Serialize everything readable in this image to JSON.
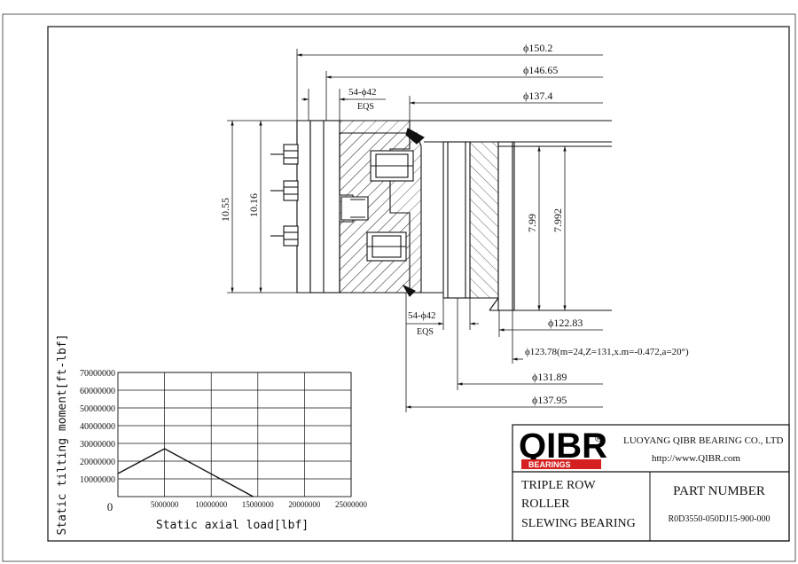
{
  "dimensions": {
    "d_150_2": "ϕ150.2",
    "d_146_65": "ϕ146.65",
    "d_137_4": "ϕ137.4",
    "holes_top": "54-ϕ42",
    "eqs_top": "EQS",
    "h_10_55": "10.55",
    "h_10_16": "10.16",
    "h_7_99": "7.99",
    "h_7_992": "7.992",
    "holes_bottom": "54-ϕ42",
    "eqs_bottom": "EQS",
    "d_122_83": "ϕ122.83",
    "d_123_78": "ϕ123.78(m=24,Z=131,x.m=-0.472,a=20°)",
    "d_131_89": "ϕ131.89",
    "d_137_95": "ϕ137.95"
  },
  "chart_data": {
    "type": "line",
    "title": "",
    "xlabel": "Static axial load[lbf]",
    "ylabel": "Static tilting moment[ft-lbf]",
    "x_ticks": [
      "0",
      "5000000",
      "10000000",
      "15000000",
      "20000000",
      "25000000"
    ],
    "y_ticks": [
      "10000000",
      "20000000",
      "30000000",
      "40000000",
      "50000000",
      "60000000",
      "70000000"
    ],
    "xlim": [
      0,
      25000000
    ],
    "ylim": [
      0,
      70000000
    ],
    "grid": true,
    "series": [
      {
        "x": [
          0,
          5000000,
          14500000
        ],
        "y": [
          13000000,
          27000000,
          0
        ]
      }
    ]
  },
  "title_block": {
    "logo_text": "QIBR",
    "logo_sub": "BEARINGS",
    "registered": "®",
    "company": "LUOYANG QIBR BEARING CO., LTD",
    "website": "http://www.QIBR.com",
    "product_line1": "TRIPLE ROW",
    "product_line2": "ROLLER",
    "product_line3": "SLEWING BEARING",
    "part_label": "PART NUMBER",
    "part_number": "R0D3550-050DJ15-900-000"
  },
  "colors": {
    "line": "#111111",
    "logo_red": "#d42020"
  }
}
